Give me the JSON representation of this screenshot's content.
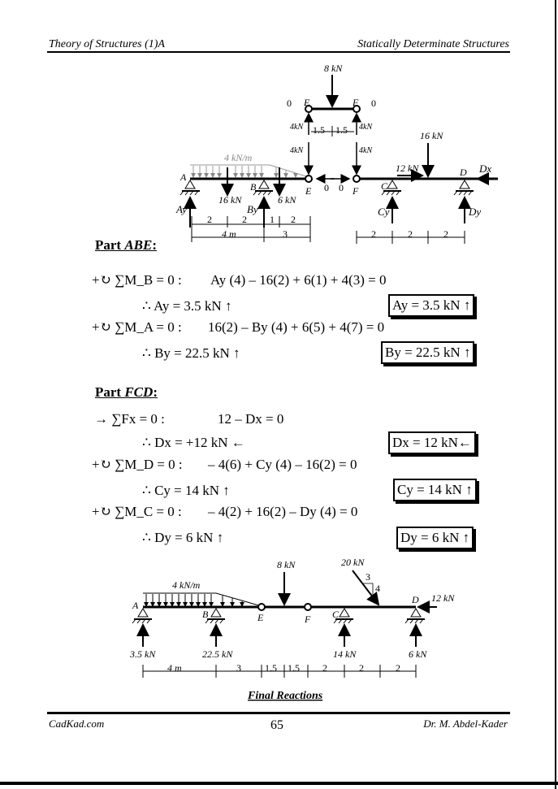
{
  "header": {
    "left": "Theory of Structures (1)A",
    "right": "Statically Determinate Structures"
  },
  "figure_top": {
    "loads": {
      "p8": "8 kN",
      "p16": "16 kN",
      "p12": "12 kN",
      "w4": "4 kN/m",
      "r16": "16 kN",
      "r6": "6 kN",
      "f4": "4kN",
      "zero": "0",
      "dx": "Dx"
    },
    "labels": {
      "A": "A",
      "B": "B",
      "C": "C",
      "D": "D",
      "E": "E",
      "F": "F",
      "Ay": "Ay",
      "By": "By",
      "Cy": "Cy",
      "Dy": "Dy"
    },
    "dims": {
      "d2": "2",
      "d1": "1",
      "d15": "1.5",
      "d4m": "4 m",
      "d3": "3"
    }
  },
  "part_abe": {
    "title_prefix": "Part ",
    "title_name": "ABE",
    "eq1_lhs": "+↻ ∑M_B = 0 :",
    "eq1": "Ay (4) – 16(2) + 6(1) + 4(3) = 0",
    "res1": "∴  Ay = 3.5 kN ↑",
    "box1": "Ay = 3.5 kN ↑",
    "eq2_lhs": "+↻ ∑M_A = 0 :",
    "eq2": "16(2) – By (4) + 6(5) + 4(7) = 0",
    "res2": "∴  By = 22.5 kN ↑",
    "box2": "By = 22.5 kN ↑"
  },
  "part_fcd": {
    "title_prefix": "Part ",
    "title_name": "FCD",
    "eq1_lhs": "→ ∑Fx = 0 :",
    "eq1": "12 –  Dx = 0",
    "res1": "∴    Dx = +12 kN  ←",
    "box1": "Dx = 12 kN←",
    "eq2_lhs": "+↻ ∑M_D = 0 :",
    "eq2": "– 4(6) + Cy (4) – 16(2) = 0",
    "res2": "∴  Cy = 14 kN ↑",
    "box2": "Cy = 14 kN ↑",
    "eq3_lhs": "+↻ ∑M_C = 0 :",
    "eq3": "– 4(2) + 16(2) – Dy (4) = 0",
    "res3": "∴  Dy = 6 kN ↑",
    "box3": "Dy = 6 kN ↑"
  },
  "figure_bottom": {
    "loads": {
      "p8": "8 kN",
      "p20": "20 kN",
      "s3": "3",
      "s4": "4",
      "w4": "4 kN/m",
      "p12": "12 kN"
    },
    "reactions": {
      "a": "3.5 kN",
      "b": "22.5 kN",
      "c": "14 kN",
      "d": "6 kN"
    },
    "labels": {
      "A": "A",
      "B": "B",
      "C": "C",
      "D": "D",
      "E": "E",
      "F": "F"
    },
    "dims": {
      "d4m": "4 m",
      "d3": "3",
      "d15": "1.5",
      "d2": "2"
    },
    "caption": "Final Reactions"
  },
  "footer": {
    "left": "CadKad.com",
    "page": "65",
    "right": "Dr. M. Abdel-Kader"
  }
}
